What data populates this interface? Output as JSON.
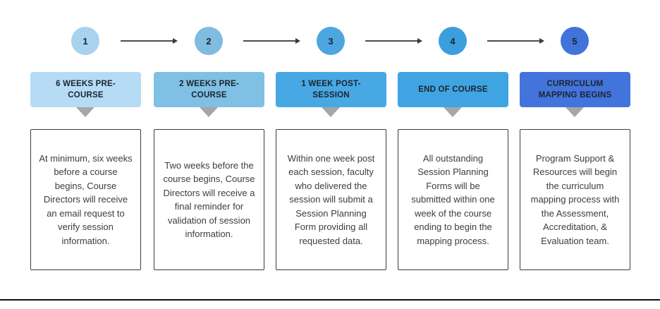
{
  "steps": [
    {
      "number": "1",
      "title": "6 WEEKS PRE-\nCOURSE",
      "description": "At minimum, six weeks before a course begins, Course Directors will receive an email request to verify session information.",
      "circle_color": "#a9d2ee",
      "header_color": "#b5dcf4"
    },
    {
      "number": "2",
      "title": "2 WEEKS PRE-\nCOURSE",
      "description": "Two weeks before the course begins, Course Directors will receive a final reminder for validation of session information.",
      "circle_color": "#7fbce0",
      "header_color": "#7fc0e4"
    },
    {
      "number": "3",
      "title": "1 WEEK POST-\nSESSION",
      "description": "Within one week post each session, faculty who delivered the session will submit a Session Planning Form providing all requested data.",
      "circle_color": "#4ea6e0",
      "header_color": "#47a8e4"
    },
    {
      "number": "4",
      "title": "END OF COURSE",
      "description": "All outstanding Session Planning Forms will be submitted within one week of the course ending to begin the mapping process.",
      "circle_color": "#3b9fde",
      "header_color": "#3fa4e2"
    },
    {
      "number": "5",
      "title": "CURRICULUM\nMAPPING BEGINS",
      "description": "Program Support & Resources will begin the curriculum mapping process with the Assessment, Accreditation, & Evaluation team.",
      "circle_color": "#4173db",
      "header_color": "#4374db"
    }
  ],
  "colors": {
    "pointer_triangle": "#a6a6a6",
    "arrow": "#4d4d4d",
    "header_text": "#1c2430",
    "body_text": "#3d3d3d",
    "box_border": "#3b3b3b",
    "bottom_line": "#0f0f0f"
  }
}
